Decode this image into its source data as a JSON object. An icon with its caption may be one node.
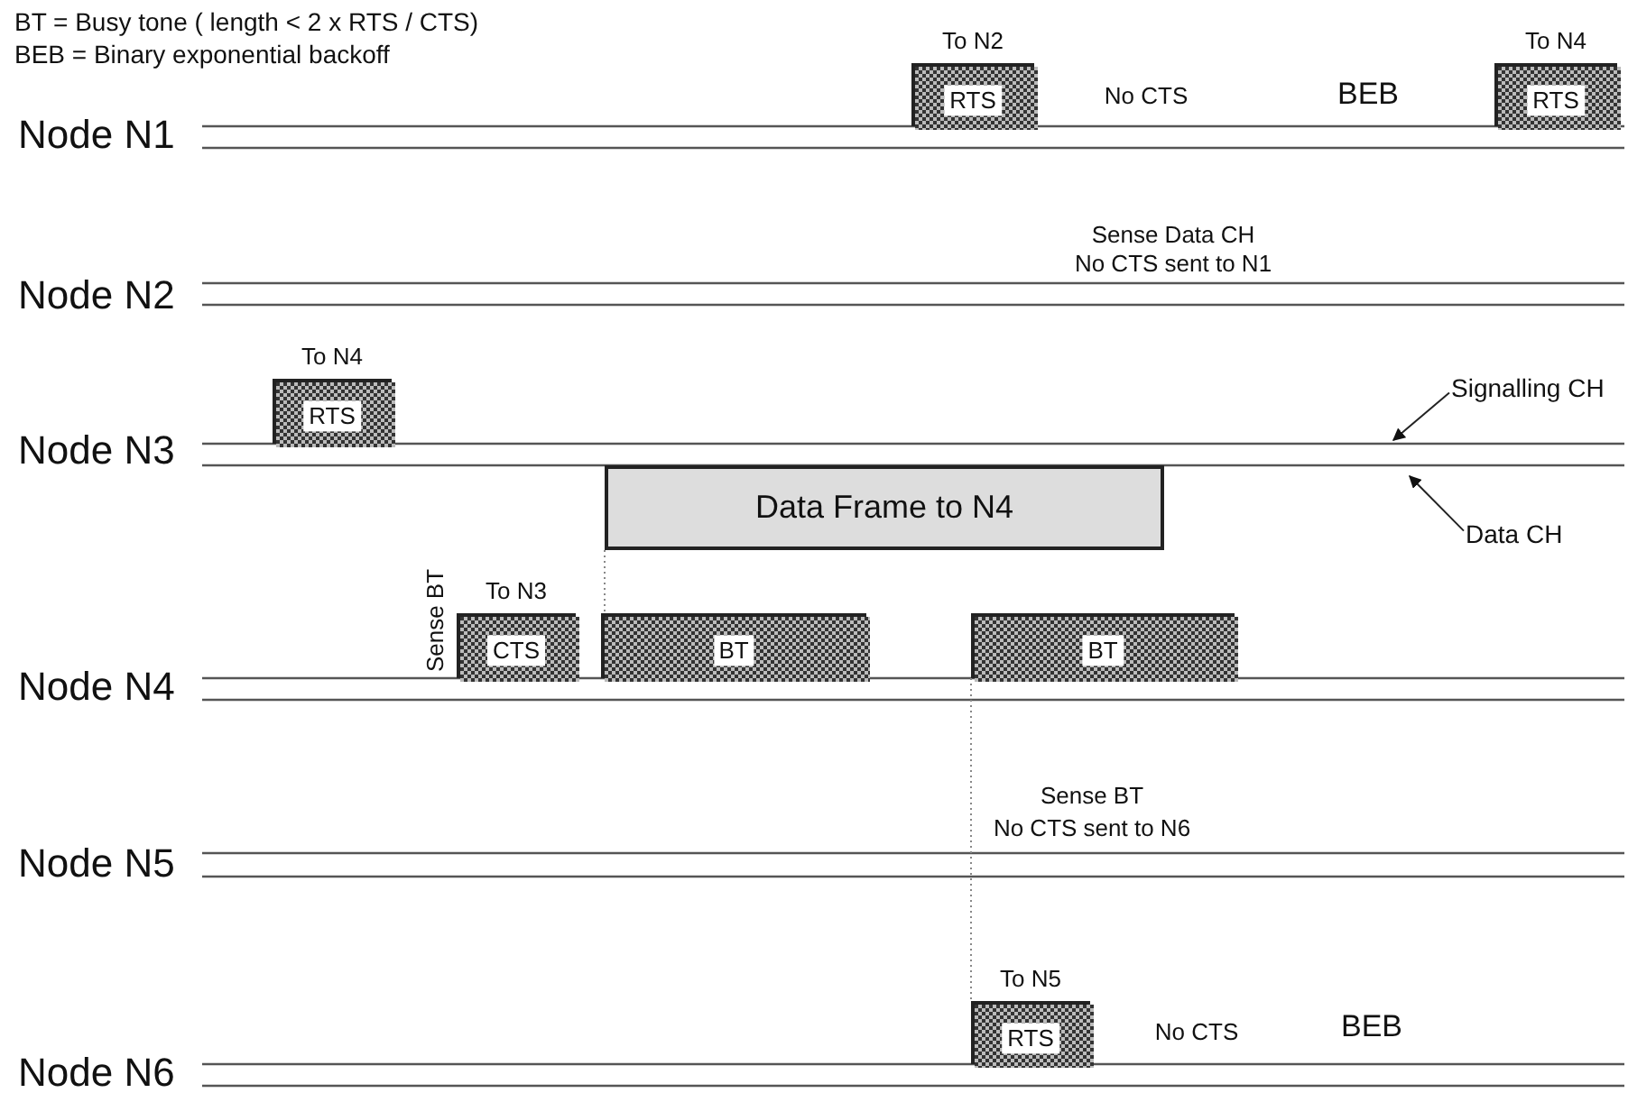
{
  "diagram": {
    "nodes": [
      {
        "text": [
          "RTS"
        ],
        "beside": [
          "To N2"
        ]
      },
      {
        "text": [
          "RTS"
        ],
        "beside": [
          "To N4"
        ]
      },
      {
        "text": [
          "RTS"
        ],
        "beside": [
          "To N4"
        ]
      },
      {
        "text": [
          "Data Frame to N4"
        ]
      },
      {
        "text": [
          "CTS"
        ],
        "beside": [
          "To N3"
        ]
      },
      {
        "text": [
          "BT"
        ]
      },
      {
        "text": [
          "BT"
        ]
      },
      {
        "text": [
          "RTS"
        ],
        "beside": [
          "To N5"
        ]
      },
      {
        "text": [
          "Signalling CH"
        ]
      },
      {
        "text": [
          "Data CH"
        ]
      }
    ],
    "edges": [
      {
        "from": 3,
        "to": 5,
        "arrow": "none",
        "style": "dashed"
      },
      {
        "from": 6,
        "to": 7,
        "arrow": "none",
        "style": "dashed"
      },
      {
        "from": 8,
        "to": null,
        "arrow": "to",
        "color": "#222222"
      },
      {
        "from": 9,
        "to": null,
        "arrow": "to",
        "color": "#222222"
      }
    ],
    "labels": [
      "BT = Busy tone ( length < 2 x RTS / CTS)",
      "BEB = Binary exponential backoff",
      "Node N1",
      "No CTS",
      "BEB",
      "Sense Data CH",
      "No CTS sent to N1",
      "Node N2",
      "Node N3",
      "Sense BT",
      "Node N4",
      "Sense BT",
      "No CTS sent to N6",
      "Node N5",
      "No CTS",
      "BEB",
      "Node N6"
    ]
  }
}
